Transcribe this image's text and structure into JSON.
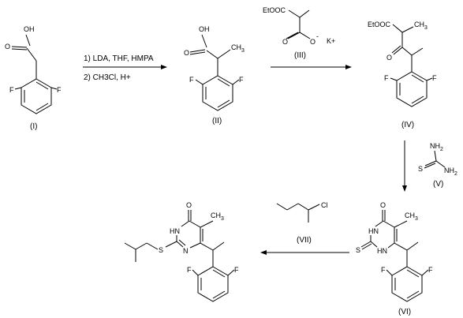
{
  "labels": {
    "c1": "(I)",
    "c2": "(II)",
    "c3": "(III)",
    "c4": "(IV)",
    "c5": "(V)",
    "c6": "(VI)",
    "c7": "(VII)"
  },
  "conditions": {
    "step1a": "1) LDA, THF, HMPA",
    "step1b": "2) CH3Cl, H+"
  },
  "atoms": {
    "oh": "OH",
    "o": "O",
    "f": "F",
    "etooc": "EtOOC",
    "ch3": "CH",
    "sub3": "3",
    "k": "K+",
    "minus": "-",
    "nh": "NH",
    "nh2": "NH",
    "sub2": "2",
    "s": "S",
    "hn": "HN",
    "n": "N",
    "cl": "Cl"
  }
}
